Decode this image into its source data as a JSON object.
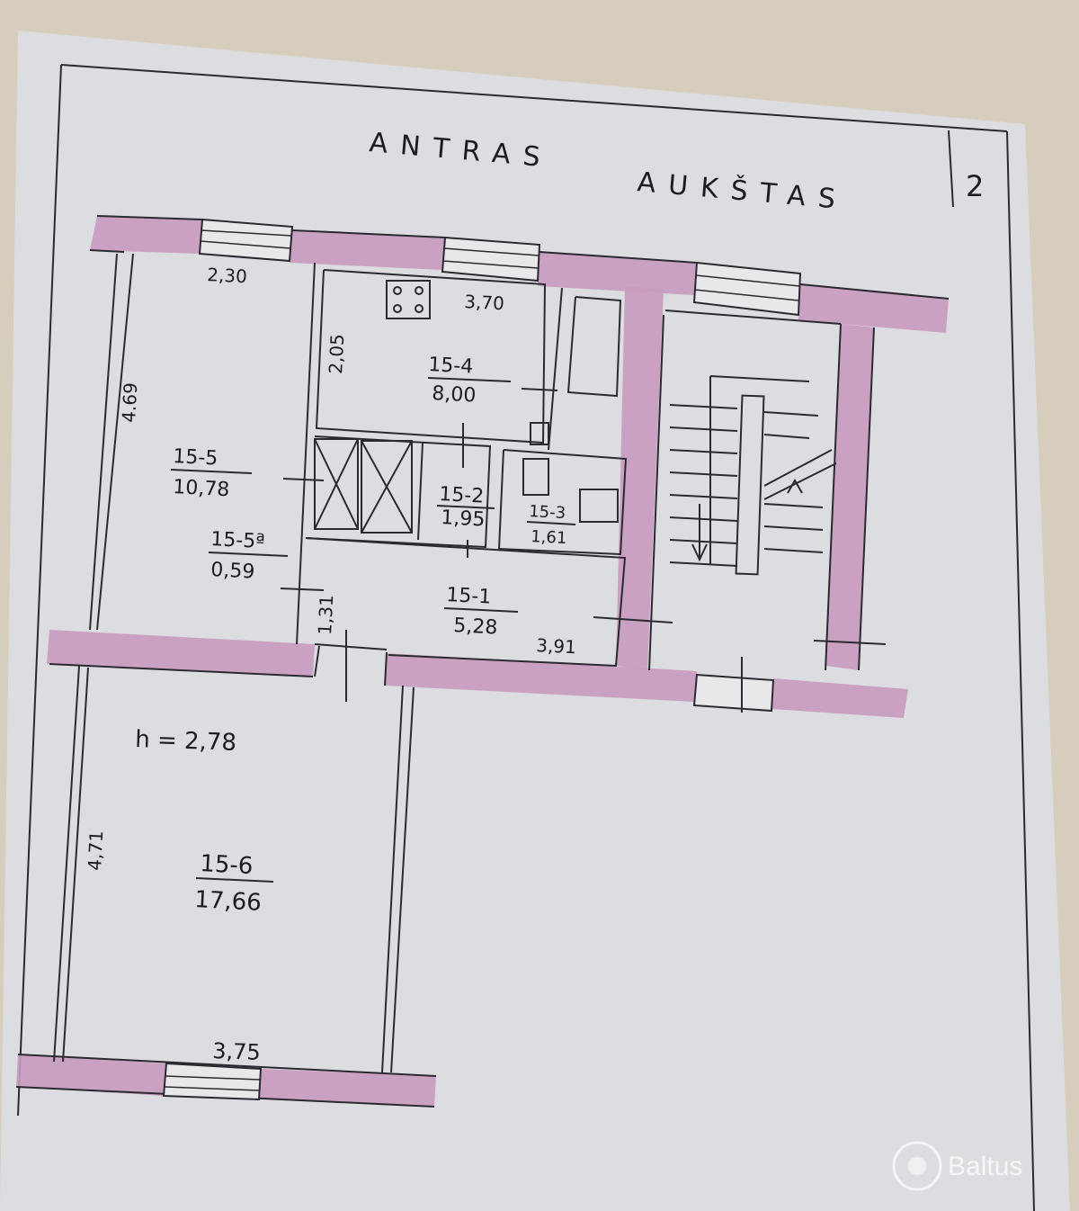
{
  "title": {
    "line1": "ANTRAS",
    "line2": "AUKŠTAS"
  },
  "sheet_number": "2",
  "rooms": [
    {
      "id": "15-4",
      "area": "8,00"
    },
    {
      "id": "15-5",
      "area": "10,78"
    },
    {
      "id": "15-5ª",
      "area": "0,59"
    },
    {
      "id": "15-2",
      "area": "1,95"
    },
    {
      "id": "15-3",
      "area": "1,61"
    },
    {
      "id": "15-1",
      "area": "5,28"
    },
    {
      "id": "15-6",
      "area": "17,66"
    }
  ],
  "dimensions": {
    "d_230": "2,30",
    "d_370": "3,70",
    "d_205": "2,05",
    "d_469": "4.69",
    "d_131": "1,31",
    "d_391": "3,91",
    "d_471": "4,71",
    "d_375": "3,75"
  },
  "ceiling_height": "h = 2,78",
  "watermark": {
    "brand": "Baltus"
  },
  "colors": {
    "wall": "#c99ac0",
    "paper": "#dcdde0",
    "ink": "#1c1c22",
    "background": "#d7cdbd"
  }
}
